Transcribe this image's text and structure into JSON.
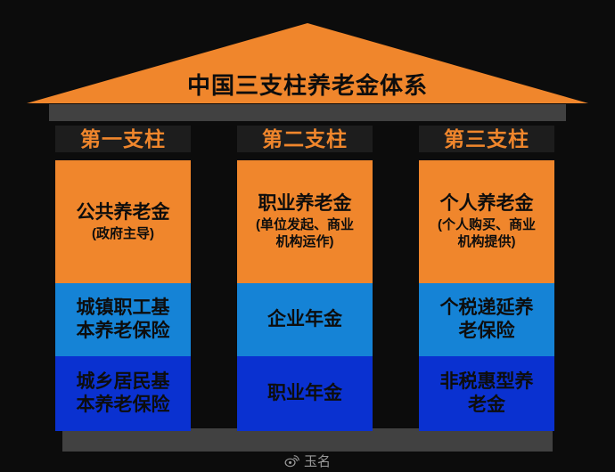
{
  "title": "中国三支柱养老金体系",
  "pillars": [
    {
      "header": "第一支柱",
      "top": "公共养老金",
      "top_sub": "(政府主导)",
      "mid": "城镇职工基本养老保险",
      "bottom": "城乡居民基本养老保险"
    },
    {
      "header": "第二支柱",
      "top": "职业养老金",
      "top_sub": "(单位发起、商业机构运作)",
      "mid": "企业年金",
      "bottom": "职业年金"
    },
    {
      "header": "第三支柱",
      "top": "个人养老金",
      "top_sub": "(个人购买、商业机构提供)",
      "mid": "个税递延养老保险",
      "bottom": "非税惠型养老金"
    }
  ],
  "watermark": "玉名",
  "colors": {
    "bg": "#0c0c0c",
    "orange": "#f0862c",
    "light_blue": "#1583d6",
    "dark_blue": "#0a31d0",
    "gray_bar": "#414141",
    "header_band": "#1d1d1d",
    "block_text": "#0d0d0d",
    "watermark_gray": "#9a9a9a"
  }
}
